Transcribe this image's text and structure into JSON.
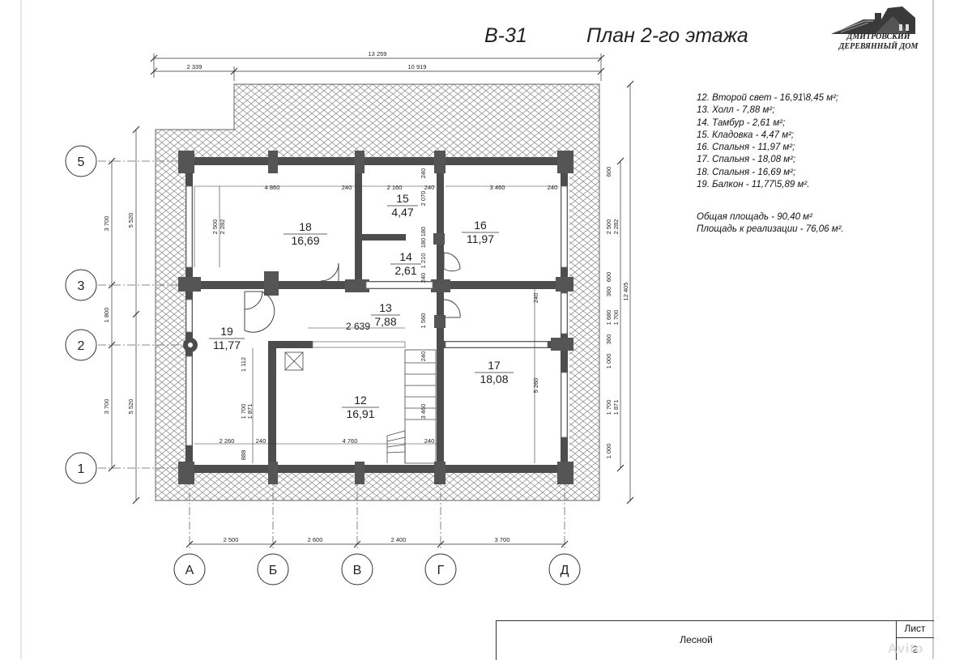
{
  "header": {
    "code": "B-31",
    "title": "План 2-го этажа"
  },
  "logo": {
    "line1": "ДМИТРОВСКИЙ",
    "line2": "ДЕРЕВЯННЫЙ ДОМ"
  },
  "legend": [
    "12. Второй свет - 16,91\\8,45 м²;",
    "13. Холл - 7,88 м²;",
    "14. Тамбур - 2,61 м²;",
    "15. Кладовка - 4,47 м²;",
    "16. Спальня - 11,97 м²;",
    "17. Спальня - 18,08 м²;",
    "18. Спальня - 16,69 м²;",
    "19. Балкон - 11,77\\5,89 м²."
  ],
  "summary": {
    "total": "Общая площадь - 90,40 м²",
    "sellable": "Площадь к реализации - 76,06 м²."
  },
  "rooms": {
    "r18": {
      "num": "18",
      "area": "16,69"
    },
    "r15": {
      "num": "15",
      "area": "4,47"
    },
    "r16": {
      "num": "16",
      "area": "11,97"
    },
    "r14": {
      "num": "14",
      "area": "2,61"
    },
    "r13": {
      "num": "13",
      "area": "7,88"
    },
    "r19": {
      "num": "19",
      "area": "11,77"
    },
    "r12": {
      "num": "12",
      "area": "16,91"
    },
    "r17": {
      "num": "17",
      "area": "18,08"
    }
  },
  "axes": {
    "rows": [
      "5",
      "3",
      "2",
      "1"
    ],
    "cols": [
      "А",
      "Б",
      "В",
      "Г",
      "Д"
    ]
  },
  "dims": {
    "top_total": "13 259",
    "top_left": "2 339",
    "top_right": "10 919",
    "bottom": [
      "2 500",
      "2 600",
      "2 400",
      "3 700"
    ],
    "left_outer": [
      "3 700",
      "1 800",
      "3 700"
    ],
    "left_mid": [
      "5 520",
      "5 520"
    ],
    "right_total": "12 405",
    "interior": {
      "d4860": "4 860",
      "d240a": "240",
      "d2160": "2 160",
      "d240b": "240",
      "d3460": "3 460",
      "d240c": "240",
      "d2070": "2 070",
      "d240v1": "240",
      "d180a": "180",
      "d180b": "180",
      "d1210": "1 210",
      "d240v2": "240",
      "d1560": "1 560",
      "d240v3": "240",
      "d3460v": "3 460",
      "d2639": "2 639",
      "d2500a": "2 500",
      "d2282a": "2 282",
      "d2500b": "2 500",
      "d2282b": "2 282",
      "d600a": "600",
      "d600b": "600",
      "d360a": "360",
      "d1680": "1 680",
      "d1700a": "1 700",
      "d360b": "360",
      "d1000a": "1 000",
      "d1700b": "1 700",
      "d1871b": "1 871",
      "d1000b": "1 000",
      "d240r": "240",
      "d5260": "5 260",
      "d1112": "1 112",
      "d1700c": "1 700",
      "d1871c": "1 871",
      "d888": "888",
      "d2260": "2 260",
      "d240d": "240",
      "d4760": "4 760",
      "d240e": "240"
    }
  },
  "stamp": {
    "project": "Лесной",
    "sheet_label": "Лист",
    "sheet_number": "2"
  },
  "watermark": "Avito",
  "colors": {
    "wall": "#4d4d4d",
    "roof": "#888888",
    "line": "#333333"
  }
}
